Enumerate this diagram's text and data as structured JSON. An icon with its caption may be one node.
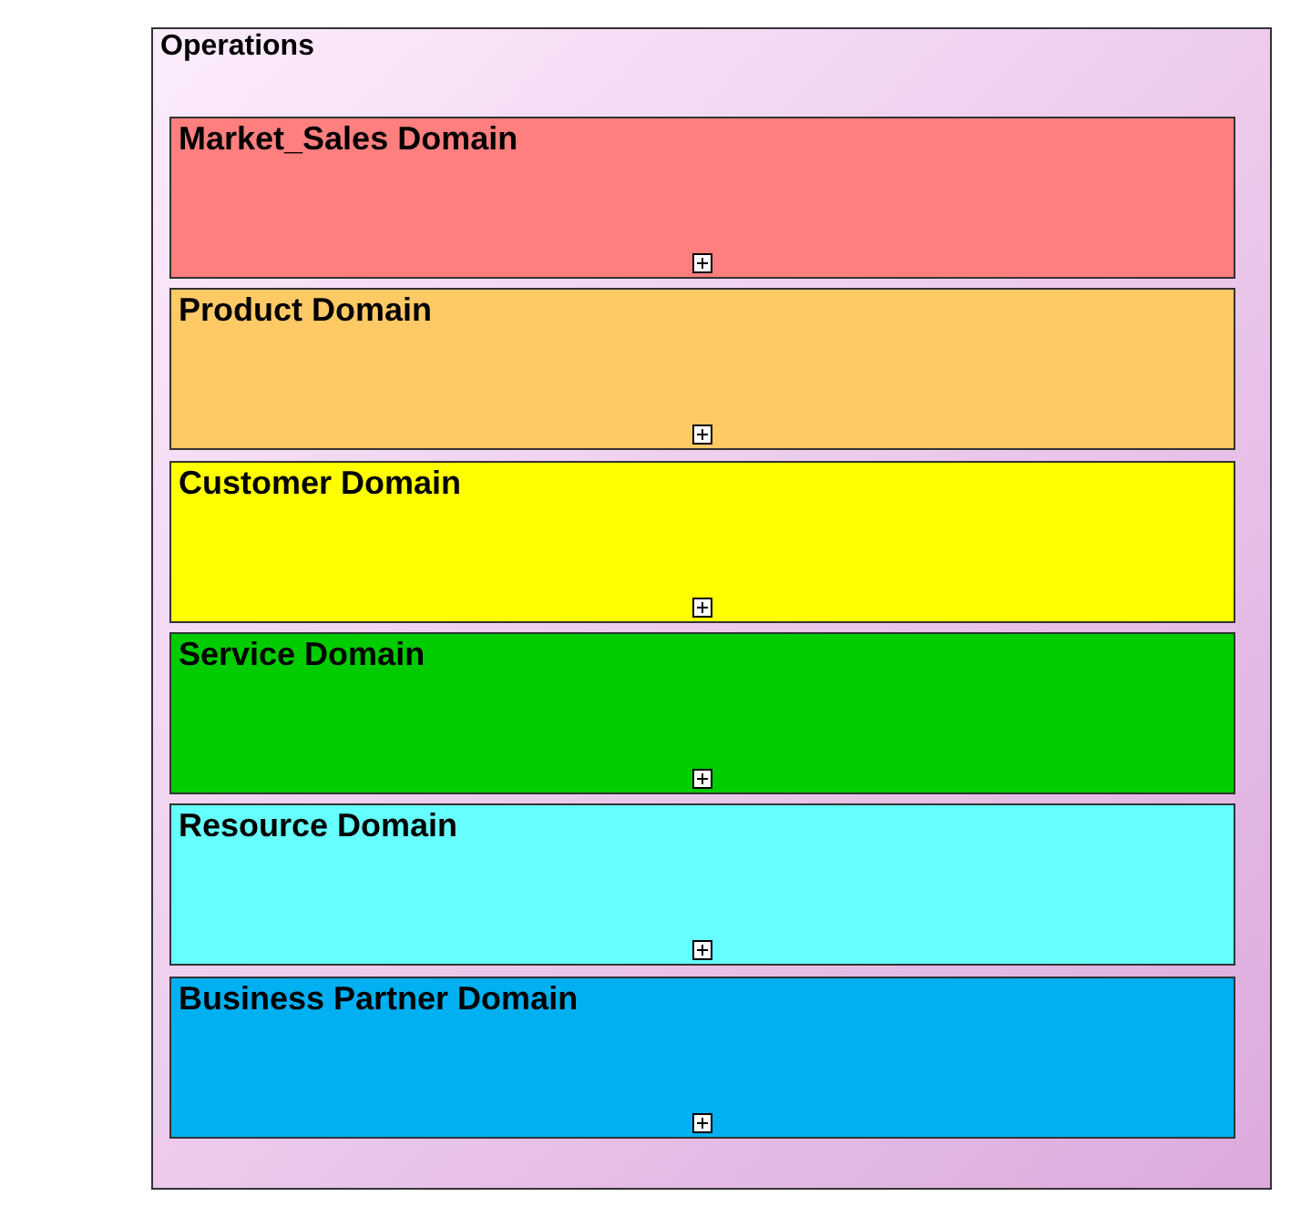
{
  "diagram": {
    "nodes": [
      {
        "text": [
          "Operations"
        ]
      },
      {
        "text": [
          "Market_Sales Domain"
        ],
        "in": 0
      },
      {
        "text": [
          "Product Domain"
        ],
        "in": 0
      },
      {
        "text": [
          "Customer Domain"
        ],
        "in": 0
      },
      {
        "text": [
          "Service Domain"
        ],
        "in": 0
      },
      {
        "text": [
          "Resource Domain"
        ],
        "in": 0
      },
      {
        "text": [
          "Business Partner Domain"
        ],
        "in": 0
      }
    ]
  }
}
